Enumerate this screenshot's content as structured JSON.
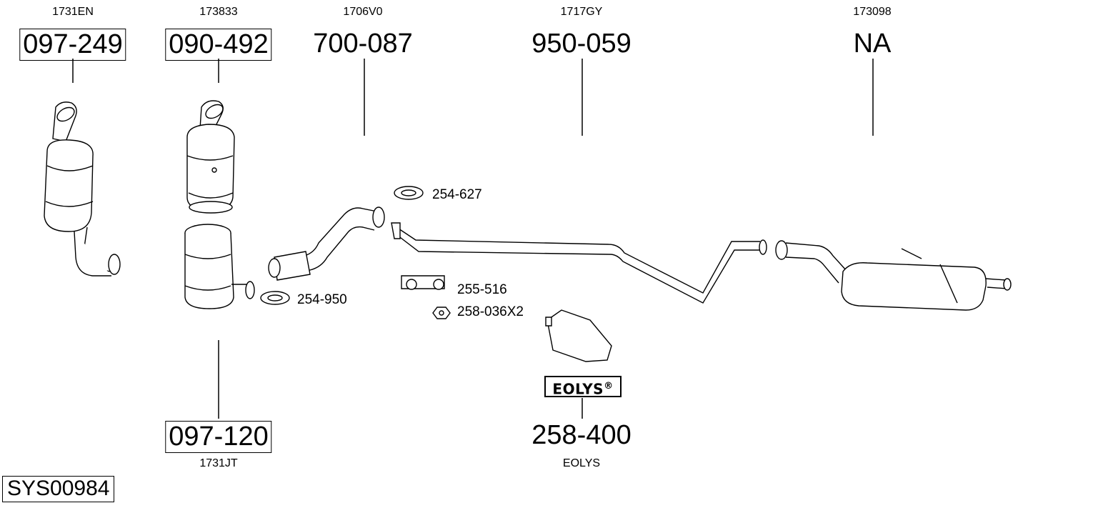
{
  "system_code": "SYS00984",
  "brand_logo": "EOLYS",
  "parts": [
    {
      "oe": "1731EN",
      "number": "097-249"
    },
    {
      "oe": "173833",
      "number": "090-492"
    },
    {
      "oe": "1706V0",
      "number": "700-087"
    },
    {
      "oe": "1717GY",
      "number": "950-059"
    },
    {
      "oe": "173098",
      "number": "NA"
    },
    {
      "oe": "1731JT",
      "number": "097-120"
    },
    {
      "oe": "EOLYS",
      "number": "258-400"
    }
  ],
  "accessories": [
    {
      "number": "254-627"
    },
    {
      "number": "254-950"
    },
    {
      "number": "255-516"
    },
    {
      "number": "258-036X2"
    }
  ]
}
